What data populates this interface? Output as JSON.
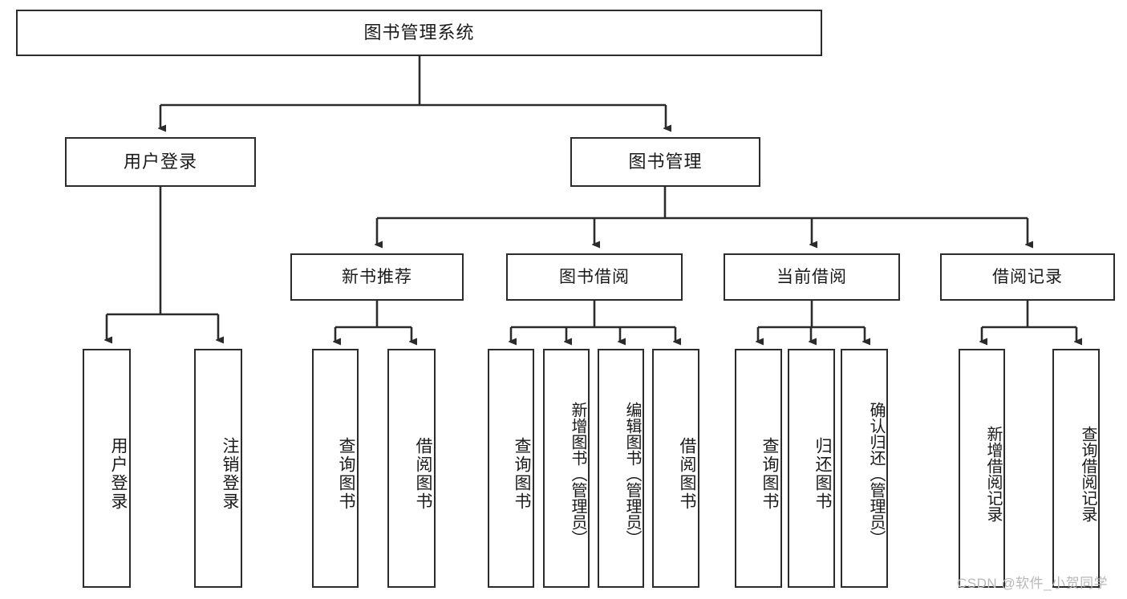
{
  "diagram": {
    "type": "tree-hierarchy",
    "title": "图书管理系统",
    "root": {
      "label": "图书管理系统"
    },
    "level2": [
      {
        "label": "用户登录"
      },
      {
        "label": "图书管理"
      }
    ],
    "level3": [
      {
        "label": "新书推荐"
      },
      {
        "label": "图书借阅"
      },
      {
        "label": "当前借阅"
      },
      {
        "label": "借阅记录"
      }
    ],
    "leaves": {
      "user_login": [
        {
          "label": "用户登录"
        },
        {
          "label": "注销登录"
        }
      ],
      "new_book_recommend": [
        {
          "label": "查询图书"
        },
        {
          "label": "借阅图书"
        }
      ],
      "book_borrow": [
        {
          "label": "查询图书"
        },
        {
          "label": "新增图书（管理员）"
        },
        {
          "label": "编辑图书（管理员）"
        },
        {
          "label": "借阅图书"
        }
      ],
      "current_borrow": [
        {
          "label": "查询图书"
        },
        {
          "label": "归还图书"
        },
        {
          "label": "确认归还（管理员）"
        }
      ],
      "borrow_record": [
        {
          "label": "新增借阅记录"
        },
        {
          "label": "查询借阅记录"
        }
      ]
    }
  },
  "watermark": {
    "text": "CSDN @软件_小贺同学"
  },
  "colors": {
    "stroke": "#2b2b2b",
    "background": "#ffffff",
    "text": "#1a1a1a",
    "watermark": "#b8b8b8"
  }
}
